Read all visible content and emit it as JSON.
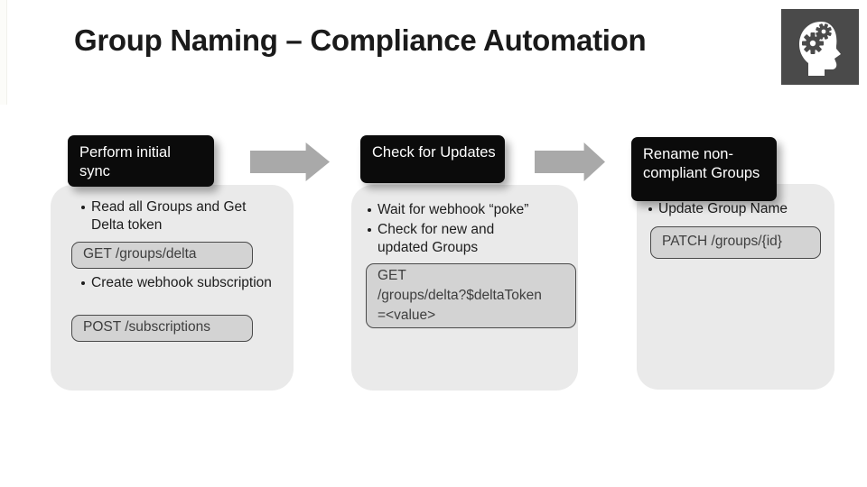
{
  "slide": {
    "title": "Group Naming – Compliance Automation"
  },
  "columns": [
    {
      "header": "Perform initial sync",
      "bullets": [
        "Read all Groups and Get Delta token",
        "Create webhook subscription"
      ],
      "api_boxes": [
        "GET /groups/delta",
        "POST /subscriptions"
      ]
    },
    {
      "header": "Check for Updates",
      "bullets": [
        "Wait for webhook “poke”",
        "Check for new and updated Groups"
      ],
      "api_boxes": [
        "GET\n/groups/delta?$deltaToken\n=<value>"
      ]
    },
    {
      "header": "Rename non-compliant Groups",
      "bullets": [
        "Update Group Name"
      ],
      "api_boxes": [
        "PATCH /groups/{id}"
      ]
    }
  ],
  "icon": {
    "name": "head-with-gears"
  },
  "colors": {
    "background": "#ffffff",
    "header_bg": "#0b0b0b",
    "header_text": "#ffffff",
    "panel_bg": "#eaeaea",
    "arrow": "#a9a9a9",
    "api_box_bg": "#d3d3d3",
    "api_box_border": "#4a4a4a",
    "api_box_text": "#3e3e3e",
    "icon_tile_bg": "#4a4a4a"
  }
}
